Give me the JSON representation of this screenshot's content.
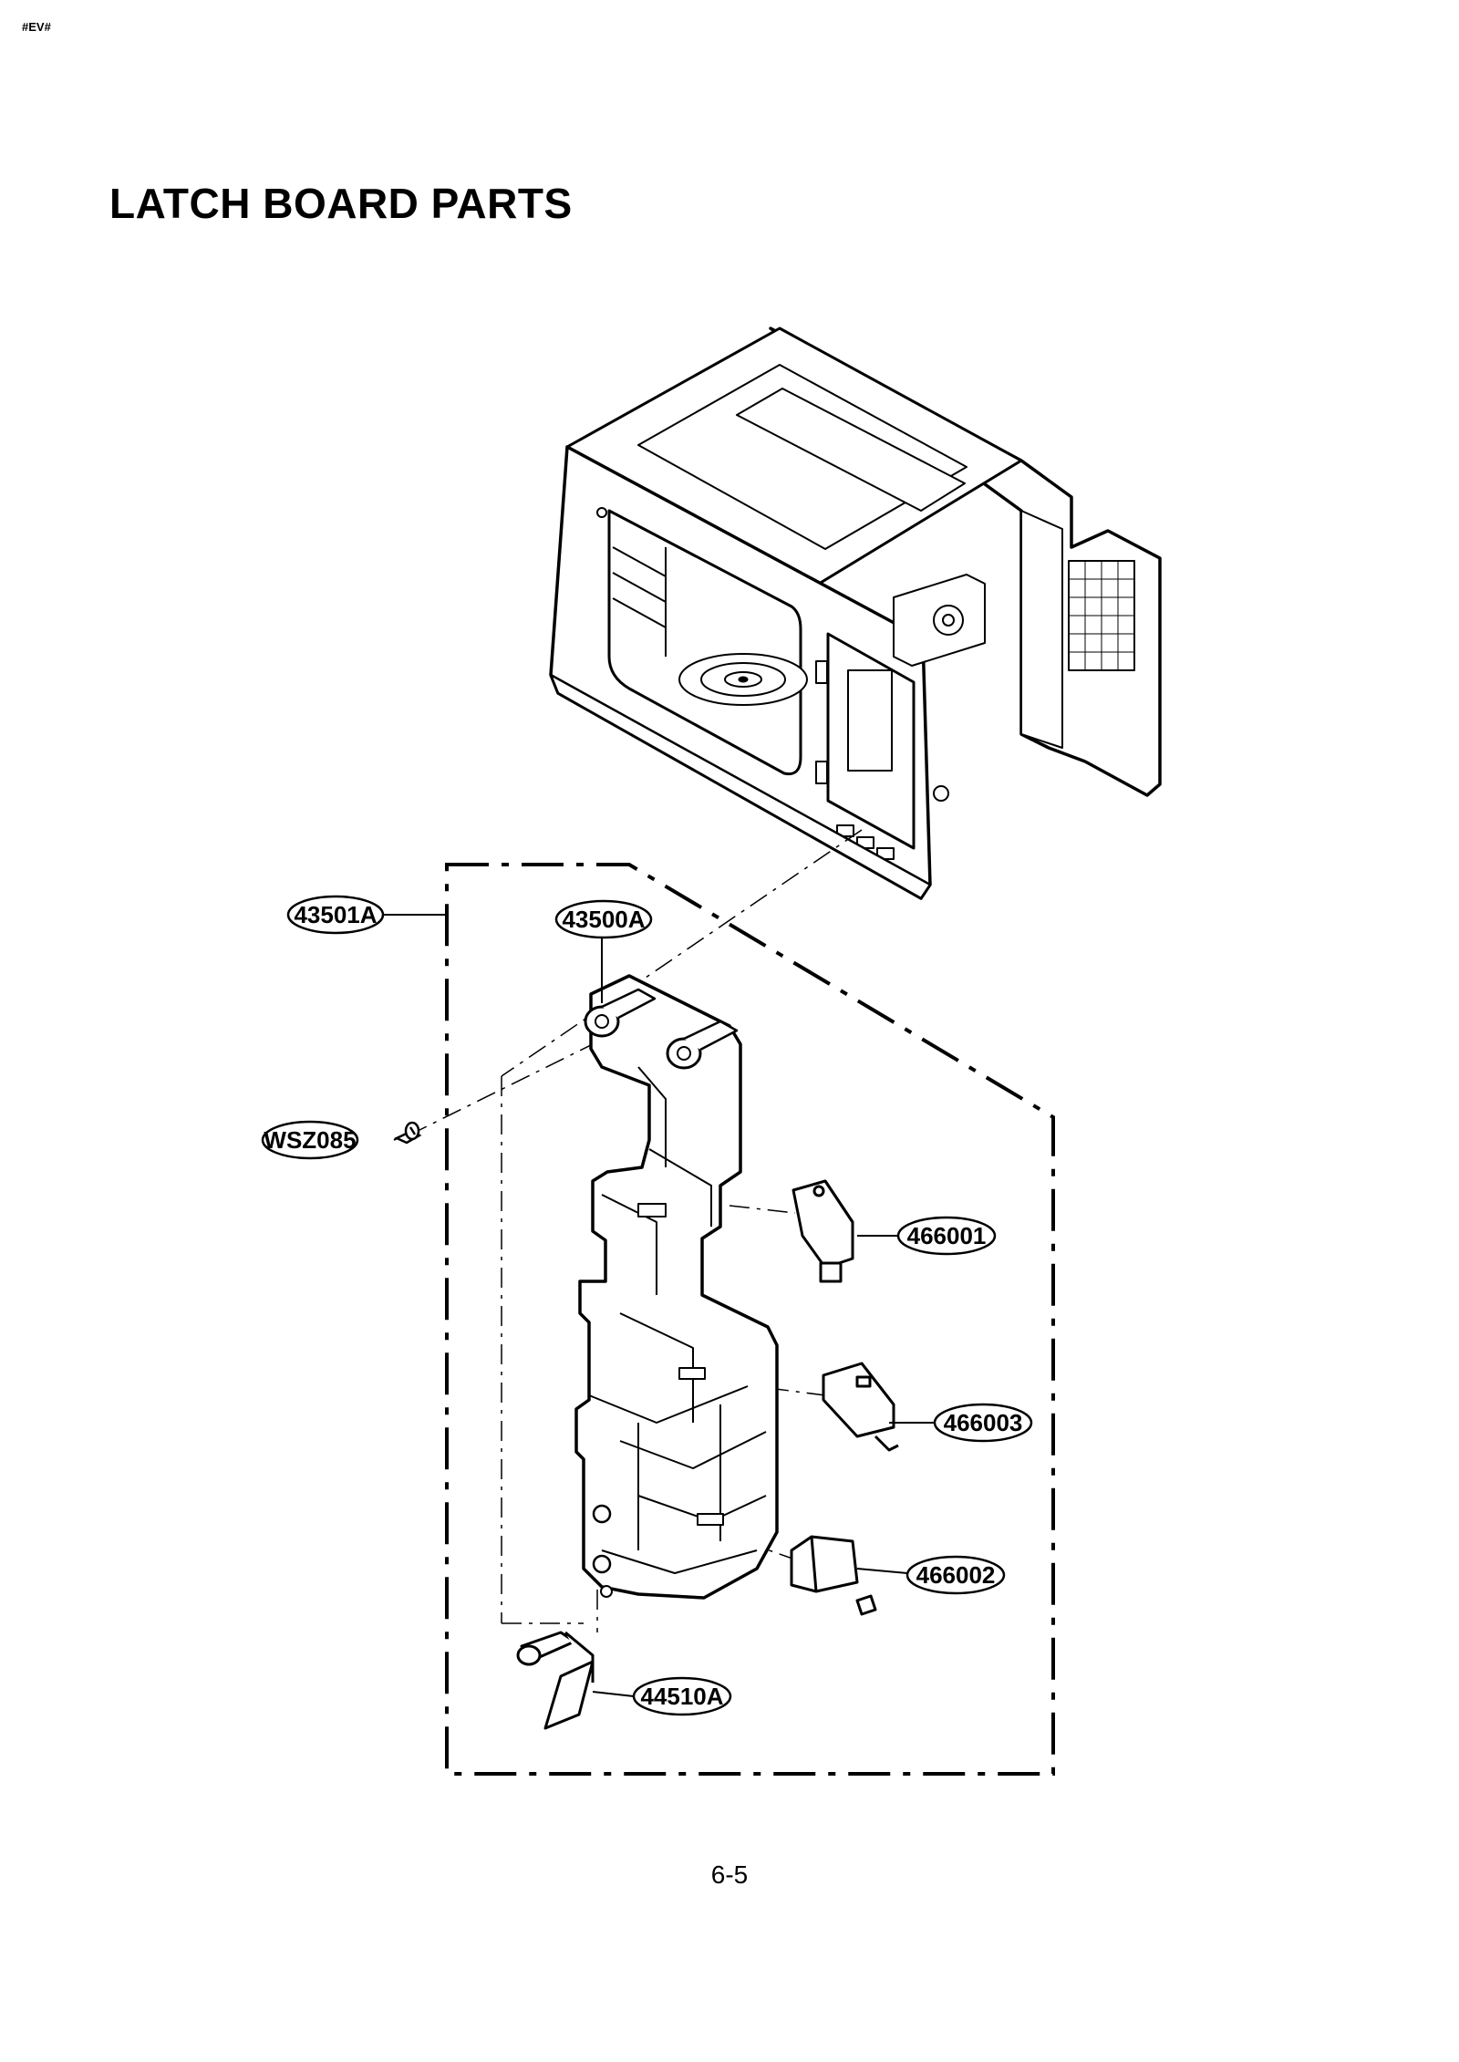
{
  "header": {
    "corner_mark": "#EV#"
  },
  "title": "LATCH BOARD PARTS",
  "callouts": {
    "latch_board_assembly": "43501A",
    "latch_board": "43500A",
    "screw": "WSZ085",
    "switch_primary": "466001",
    "switch_monitor": "466003",
    "switch_secondary": "466002",
    "lever": "44510A"
  },
  "footer": {
    "page_number": "6-5"
  }
}
